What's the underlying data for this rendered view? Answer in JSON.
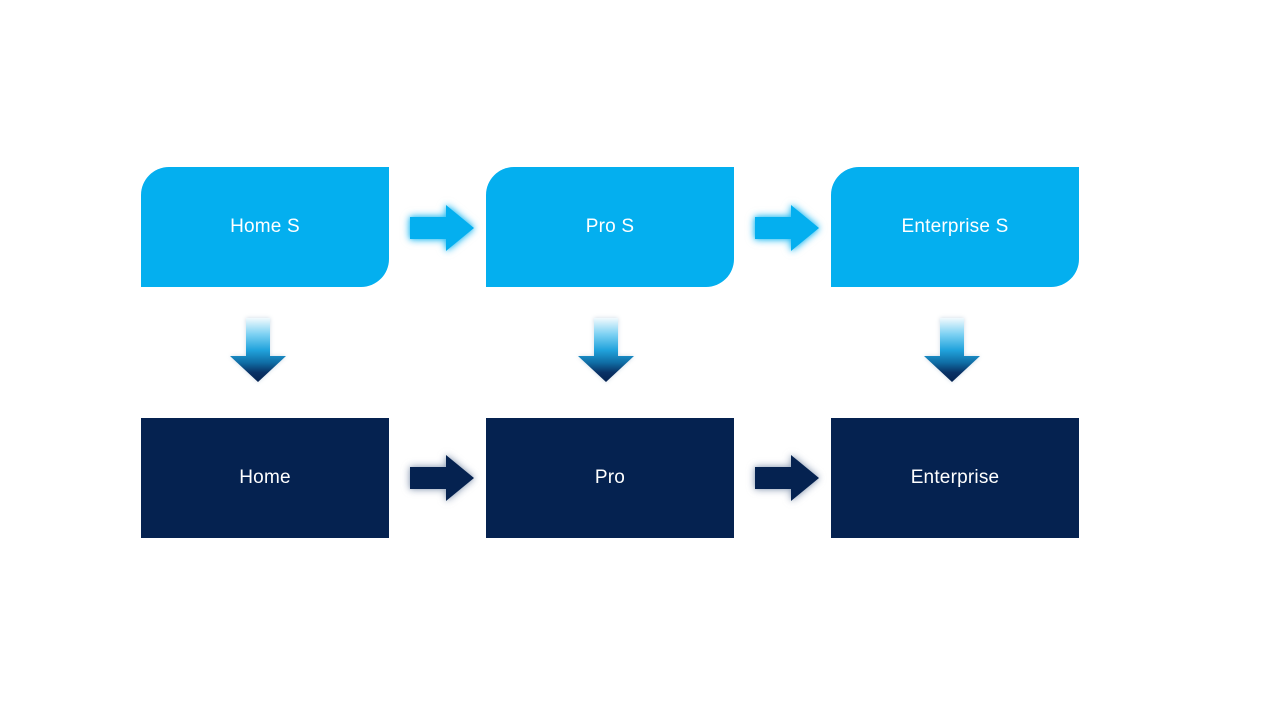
{
  "colors": {
    "background": "#FFFFFF",
    "top_box_fill": "#04AFEF",
    "bottom_box_fill": "#052250",
    "top_arrow_fill": "#04AFEF",
    "bottom_arrow_fill": "#052250",
    "label_text": "#FFFFFF",
    "down_arrow_gradient_top": "#F2FAFD",
    "down_arrow_gradient_bottom": "#052250"
  },
  "top_row": [
    {
      "label": "Home S"
    },
    {
      "label": "Pro S"
    },
    {
      "label": "Enterprise S"
    }
  ],
  "bottom_row": [
    {
      "label": "Home"
    },
    {
      "label": "Pro"
    },
    {
      "label": "Enterprise"
    }
  ]
}
